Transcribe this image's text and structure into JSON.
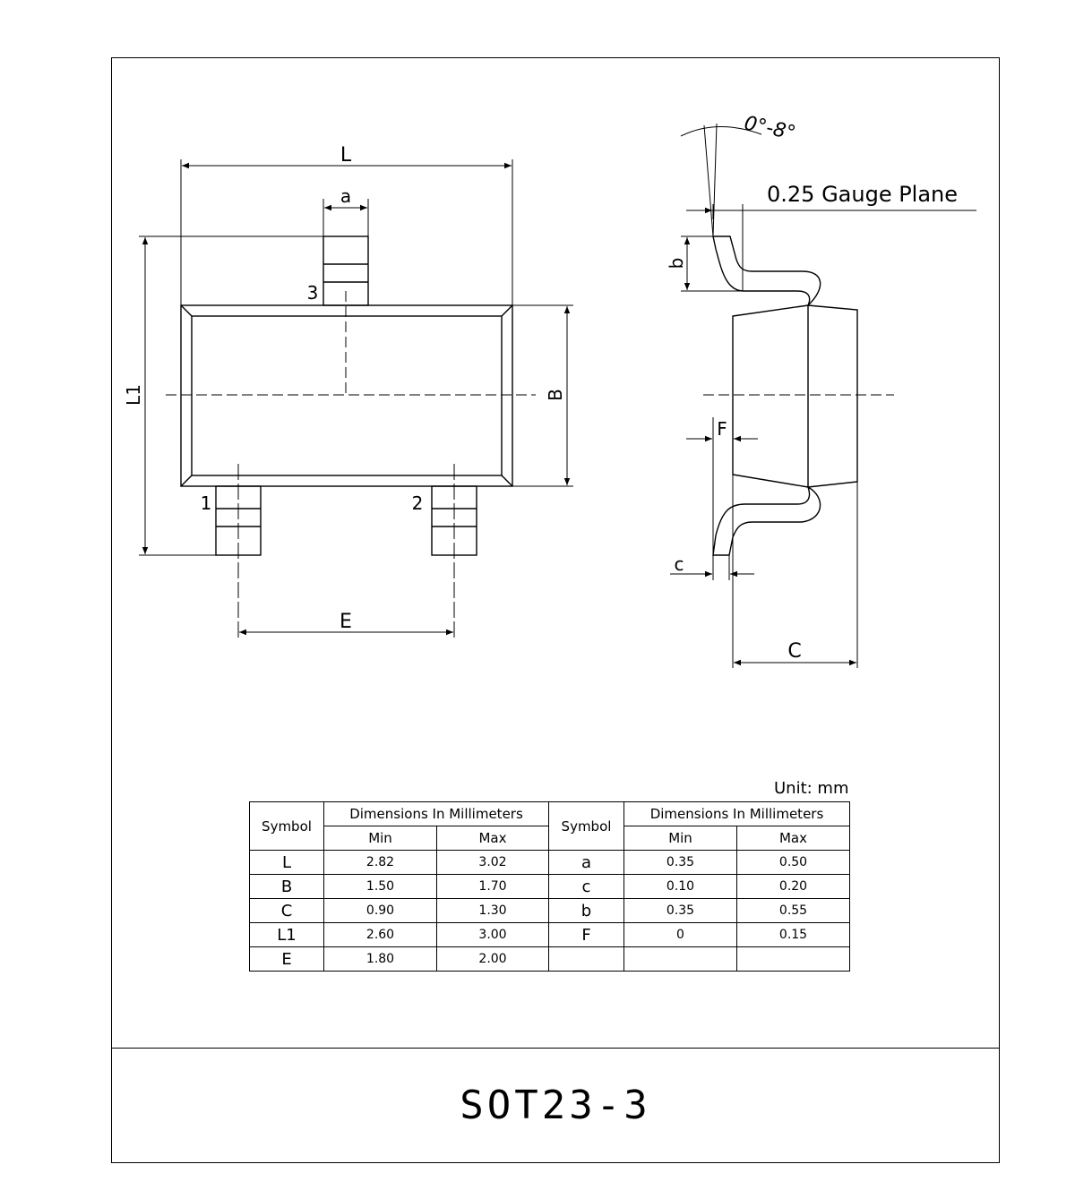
{
  "drawing": {
    "title": "SOT23-3",
    "top_view": {
      "dim_L": "L",
      "dim_a": "a",
      "dim_L1": "L1",
      "dim_B": "B",
      "dim_E": "E",
      "pin_1": "1",
      "pin_2": "2",
      "pin_3": "3"
    },
    "side_view": {
      "angle": "0°-8°",
      "gauge_plane": "0.25 Gauge Plane",
      "dim_b": "b",
      "dim_F": "F",
      "dim_c": "c",
      "dim_C": "C"
    }
  },
  "table": {
    "unit_label": "Unit: mm",
    "symbol_header": "Symbol",
    "dimensions_header": "Dimensions In Millimeters",
    "min_header": "Min",
    "max_header": "Max",
    "left_rows": [
      {
        "symbol": "L",
        "min": "2.82",
        "max": "3.02"
      },
      {
        "symbol": "B",
        "min": "1.50",
        "max": "1.70"
      },
      {
        "symbol": "C",
        "min": "0.90",
        "max": "1.30"
      },
      {
        "symbol": "L1",
        "min": "2.60",
        "max": "3.00"
      },
      {
        "symbol": "E",
        "min": "1.80",
        "max": "2.00"
      }
    ],
    "right_rows": [
      {
        "symbol": "a",
        "min": "0.35",
        "max": "0.50"
      },
      {
        "symbol": "c",
        "min": "0.10",
        "max": "0.20"
      },
      {
        "symbol": "b",
        "min": "0.35",
        "max": "0.55"
      },
      {
        "symbol": "F",
        "min": "0",
        "max": "0.15"
      },
      {
        "symbol": "",
        "min": "",
        "max": ""
      }
    ]
  }
}
